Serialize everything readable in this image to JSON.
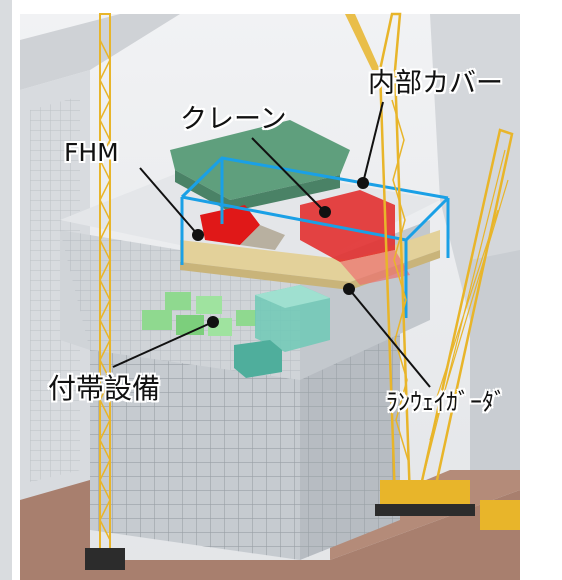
{
  "labels": {
    "fhm": "FHM",
    "crane": "クレーン",
    "inner_cover": "内部カバー",
    "aux_equipment": "付帯設備",
    "runway_girder": "ﾗﾝｳｪｲｶﾞｰﾀﾞ"
  },
  "colors": {
    "cover_outline": "#1aa0e6",
    "callout_dot": "#111111",
    "crane_red": "#e23030",
    "fhm_red": "#e01818",
    "equipment_green": "#8fd98f",
    "green_roof": "#5f9f7d",
    "crane_yellow": "#e8b52a",
    "ground": "#a87f6e",
    "scaffold": "#b9bfc4"
  }
}
